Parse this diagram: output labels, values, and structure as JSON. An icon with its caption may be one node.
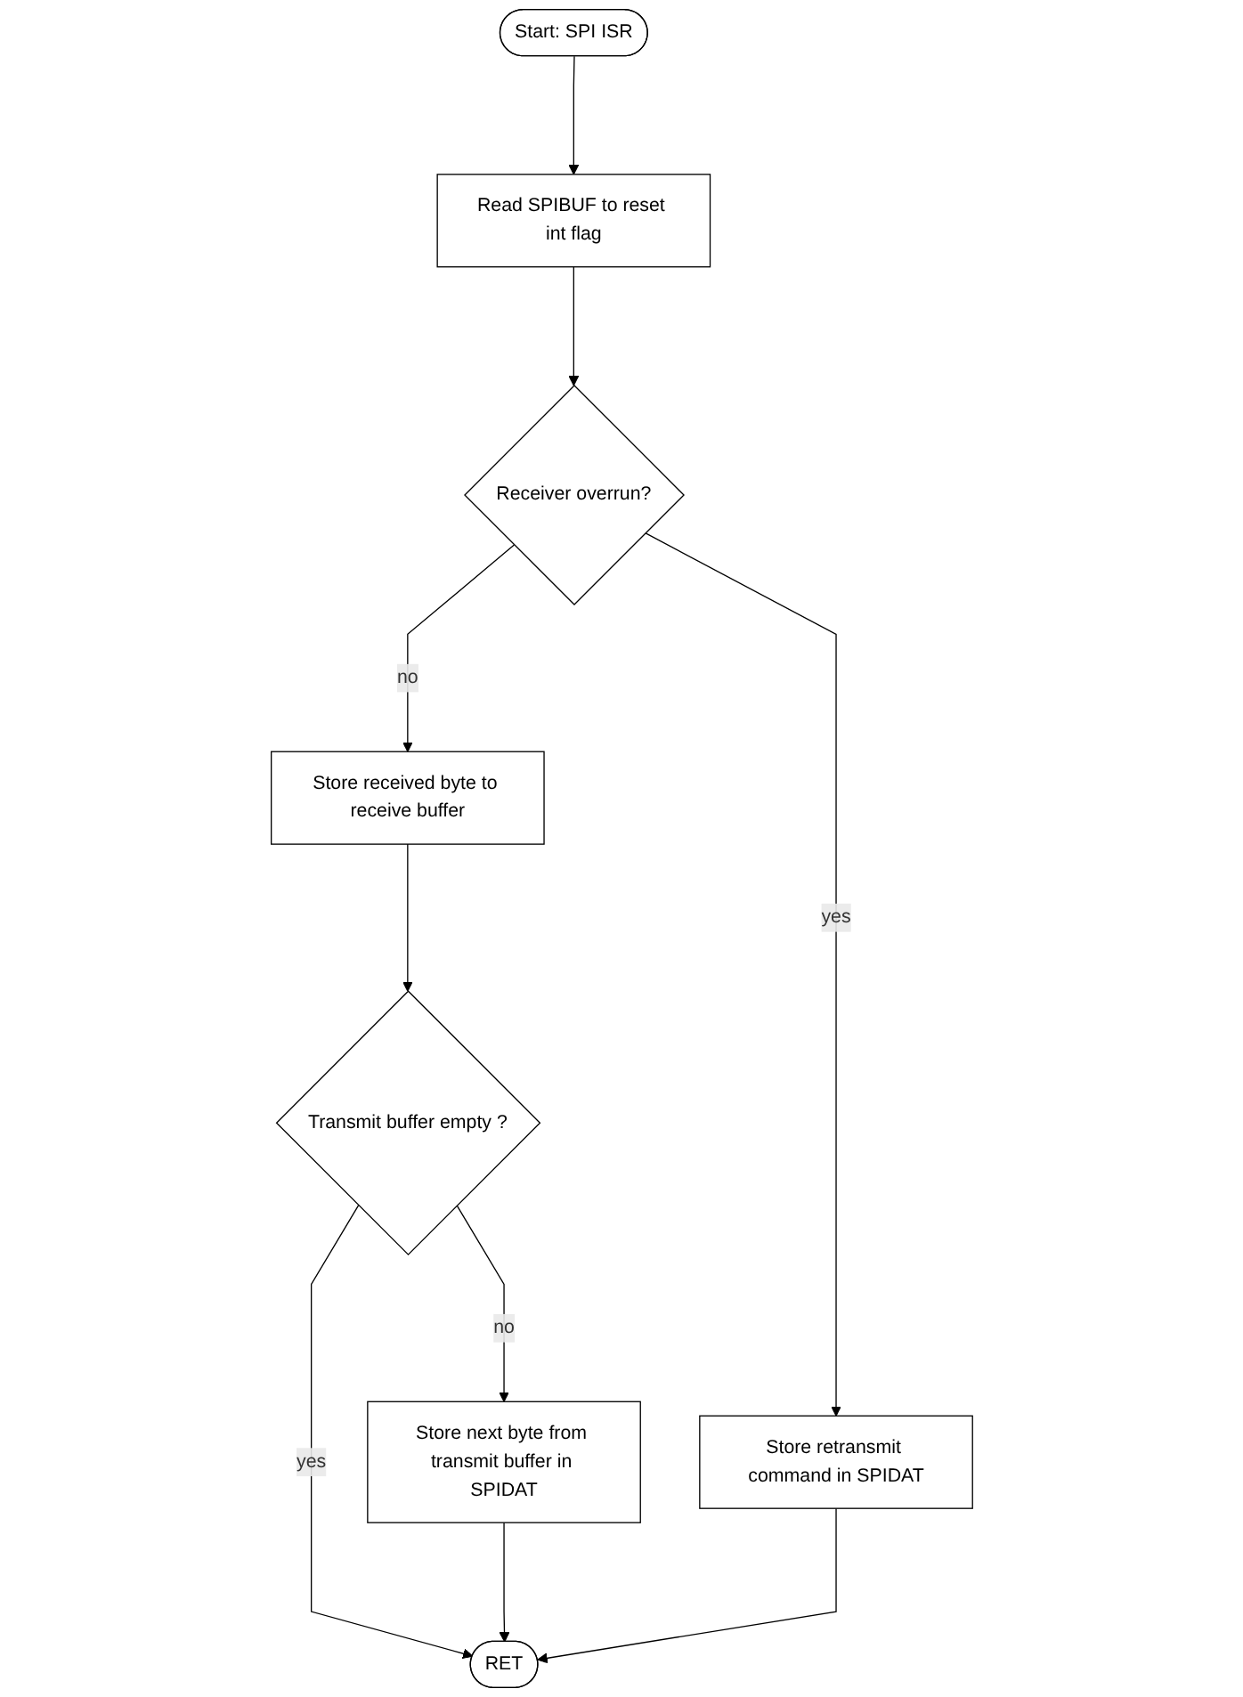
{
  "diagram": {
    "nodes": [
      {
        "text": [
          "Start:  SPI ISR"
        ]
      },
      {
        "text": [
          "Read SPIBUF to reset int flag"
        ]
      },
      {
        "text": [
          "Receiver overrun?"
        ]
      },
      {
        "text": [
          "Store retransmit command in SPIDAT"
        ]
      },
      {
        "text": [
          "Store received byte to receive buffer"
        ]
      },
      {
        "text": [
          "Transmit buffer empty ?"
        ]
      },
      {
        "text": [
          "Store next byte from transmit buffer in SPIDAT"
        ]
      },
      {
        "text": [
          "RET"
        ]
      }
    ],
    "edges": [
      {
        "from": 0,
        "to": 1,
        "arrow": "to"
      },
      {
        "from": 1,
        "to": 2,
        "arrow": "to"
      },
      {
        "from": 2,
        "to": 3,
        "arrow": "to",
        "label": "yes"
      },
      {
        "from": 2,
        "to": 4,
        "arrow": "to",
        "label": "no"
      },
      {
        "from": 4,
        "to": 5,
        "arrow": "to"
      },
      {
        "from": 5,
        "to": 6,
        "arrow": "to",
        "label": "no"
      },
      {
        "from": 5,
        "to": 7,
        "arrow": "to",
        "label": "yes"
      },
      {
        "from": 6,
        "to": 7,
        "arrow": "to"
      },
      {
        "from": 3,
        "to": 7,
        "arrow": "to"
      }
    ]
  }
}
